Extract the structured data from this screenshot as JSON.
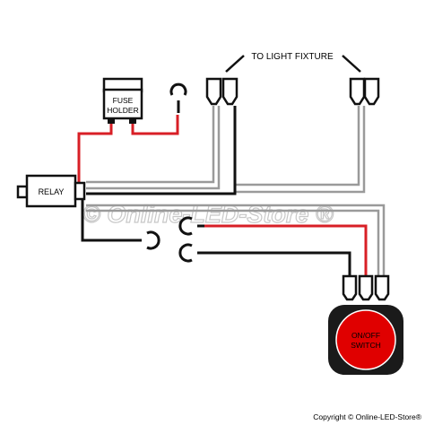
{
  "labels": {
    "light_fixture": "TO LIGHT FIXTURE",
    "fuse_holder_line1": "FUSE",
    "fuse_holder_line2": "HOLDER",
    "relay": "RELAY",
    "switch_line1": "ON/OFF",
    "switch_line2": "SWITCH",
    "watermark": "© Online-LED-Store ®",
    "copyright": "Copyright © Online-LED-Store®"
  },
  "colors": {
    "power_wire": "#d81f26",
    "ground_wire": "#111111",
    "signal_wire": "#9a9a9a",
    "switch_button": "#e00000",
    "switch_bezel": "#1a1a1a",
    "watermark": "#c8c8c8"
  },
  "icons": [
    "fuse-holder-icon",
    "relay-icon",
    "ring-terminal-icon",
    "spade-connector-icon",
    "rocker-switch-icon"
  ]
}
